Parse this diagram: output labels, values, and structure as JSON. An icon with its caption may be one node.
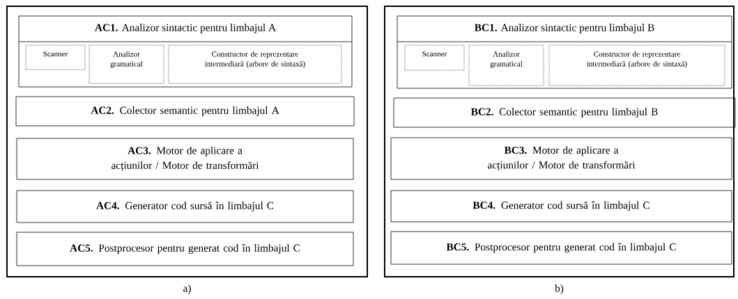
{
  "diagram": {
    "nodes": [
      {
        "text": [],
        "shape": "box",
        "beside": [
          "a)"
        ]
      },
      {
        "text": [
          "**AC1.** Analizor sintactic pentru limbajul A"
        ],
        "in": 0
      },
      {
        "text": [
          "Scanner"
        ],
        "in": 1
      },
      {
        "text": [
          "Analizor gramatical"
        ],
        "in": 1
      },
      {
        "text": [
          "Constructor de reprezentare intermediară (arbore de sintaxă)"
        ],
        "in": 1
      },
      {
        "text": [
          "**AC2.** Colector semantic pentru limbajul A"
        ],
        "in": 0
      },
      {
        "text": [
          "**AC3.** Motor de aplicare a acțiunilor / Motor de transformări"
        ],
        "in": 0
      },
      {
        "text": [
          "**AC4.** Generator cod sursă în limbajul C"
        ],
        "in": 0
      },
      {
        "text": [
          "**AC5.** Postprocesor pentru generat cod în limbajul C"
        ],
        "in": 0
      },
      {
        "text": [],
        "shape": "box",
        "beside": [
          "b)"
        ]
      },
      {
        "text": [
          "**BC1.** Analizor sintactic pentru limbajul B"
        ],
        "in": 9
      },
      {
        "text": [
          "Scanner"
        ],
        "in": 10
      },
      {
        "text": [
          "Analizor gramatical"
        ],
        "in": 10
      },
      {
        "text": [
          "Constructor de reprezentare intermediară (arbore de sintaxă)"
        ],
        "in": 10
      },
      {
        "text": [
          "**BC2.** Colector semantic pentru limbajul B"
        ],
        "in": 9
      },
      {
        "text": [
          "**BC3.** Motor de aplicare a acțiunilor / Motor de transformări"
        ],
        "in": 9
      },
      {
        "text": [
          "**BC4.** Generator cod sursă în limbajul C"
        ],
        "in": 9
      },
      {
        "text": [
          "**BC5.** Postprocesor pentru generat cod în limbajul C"
        ],
        "in": 9
      }
    ]
  }
}
